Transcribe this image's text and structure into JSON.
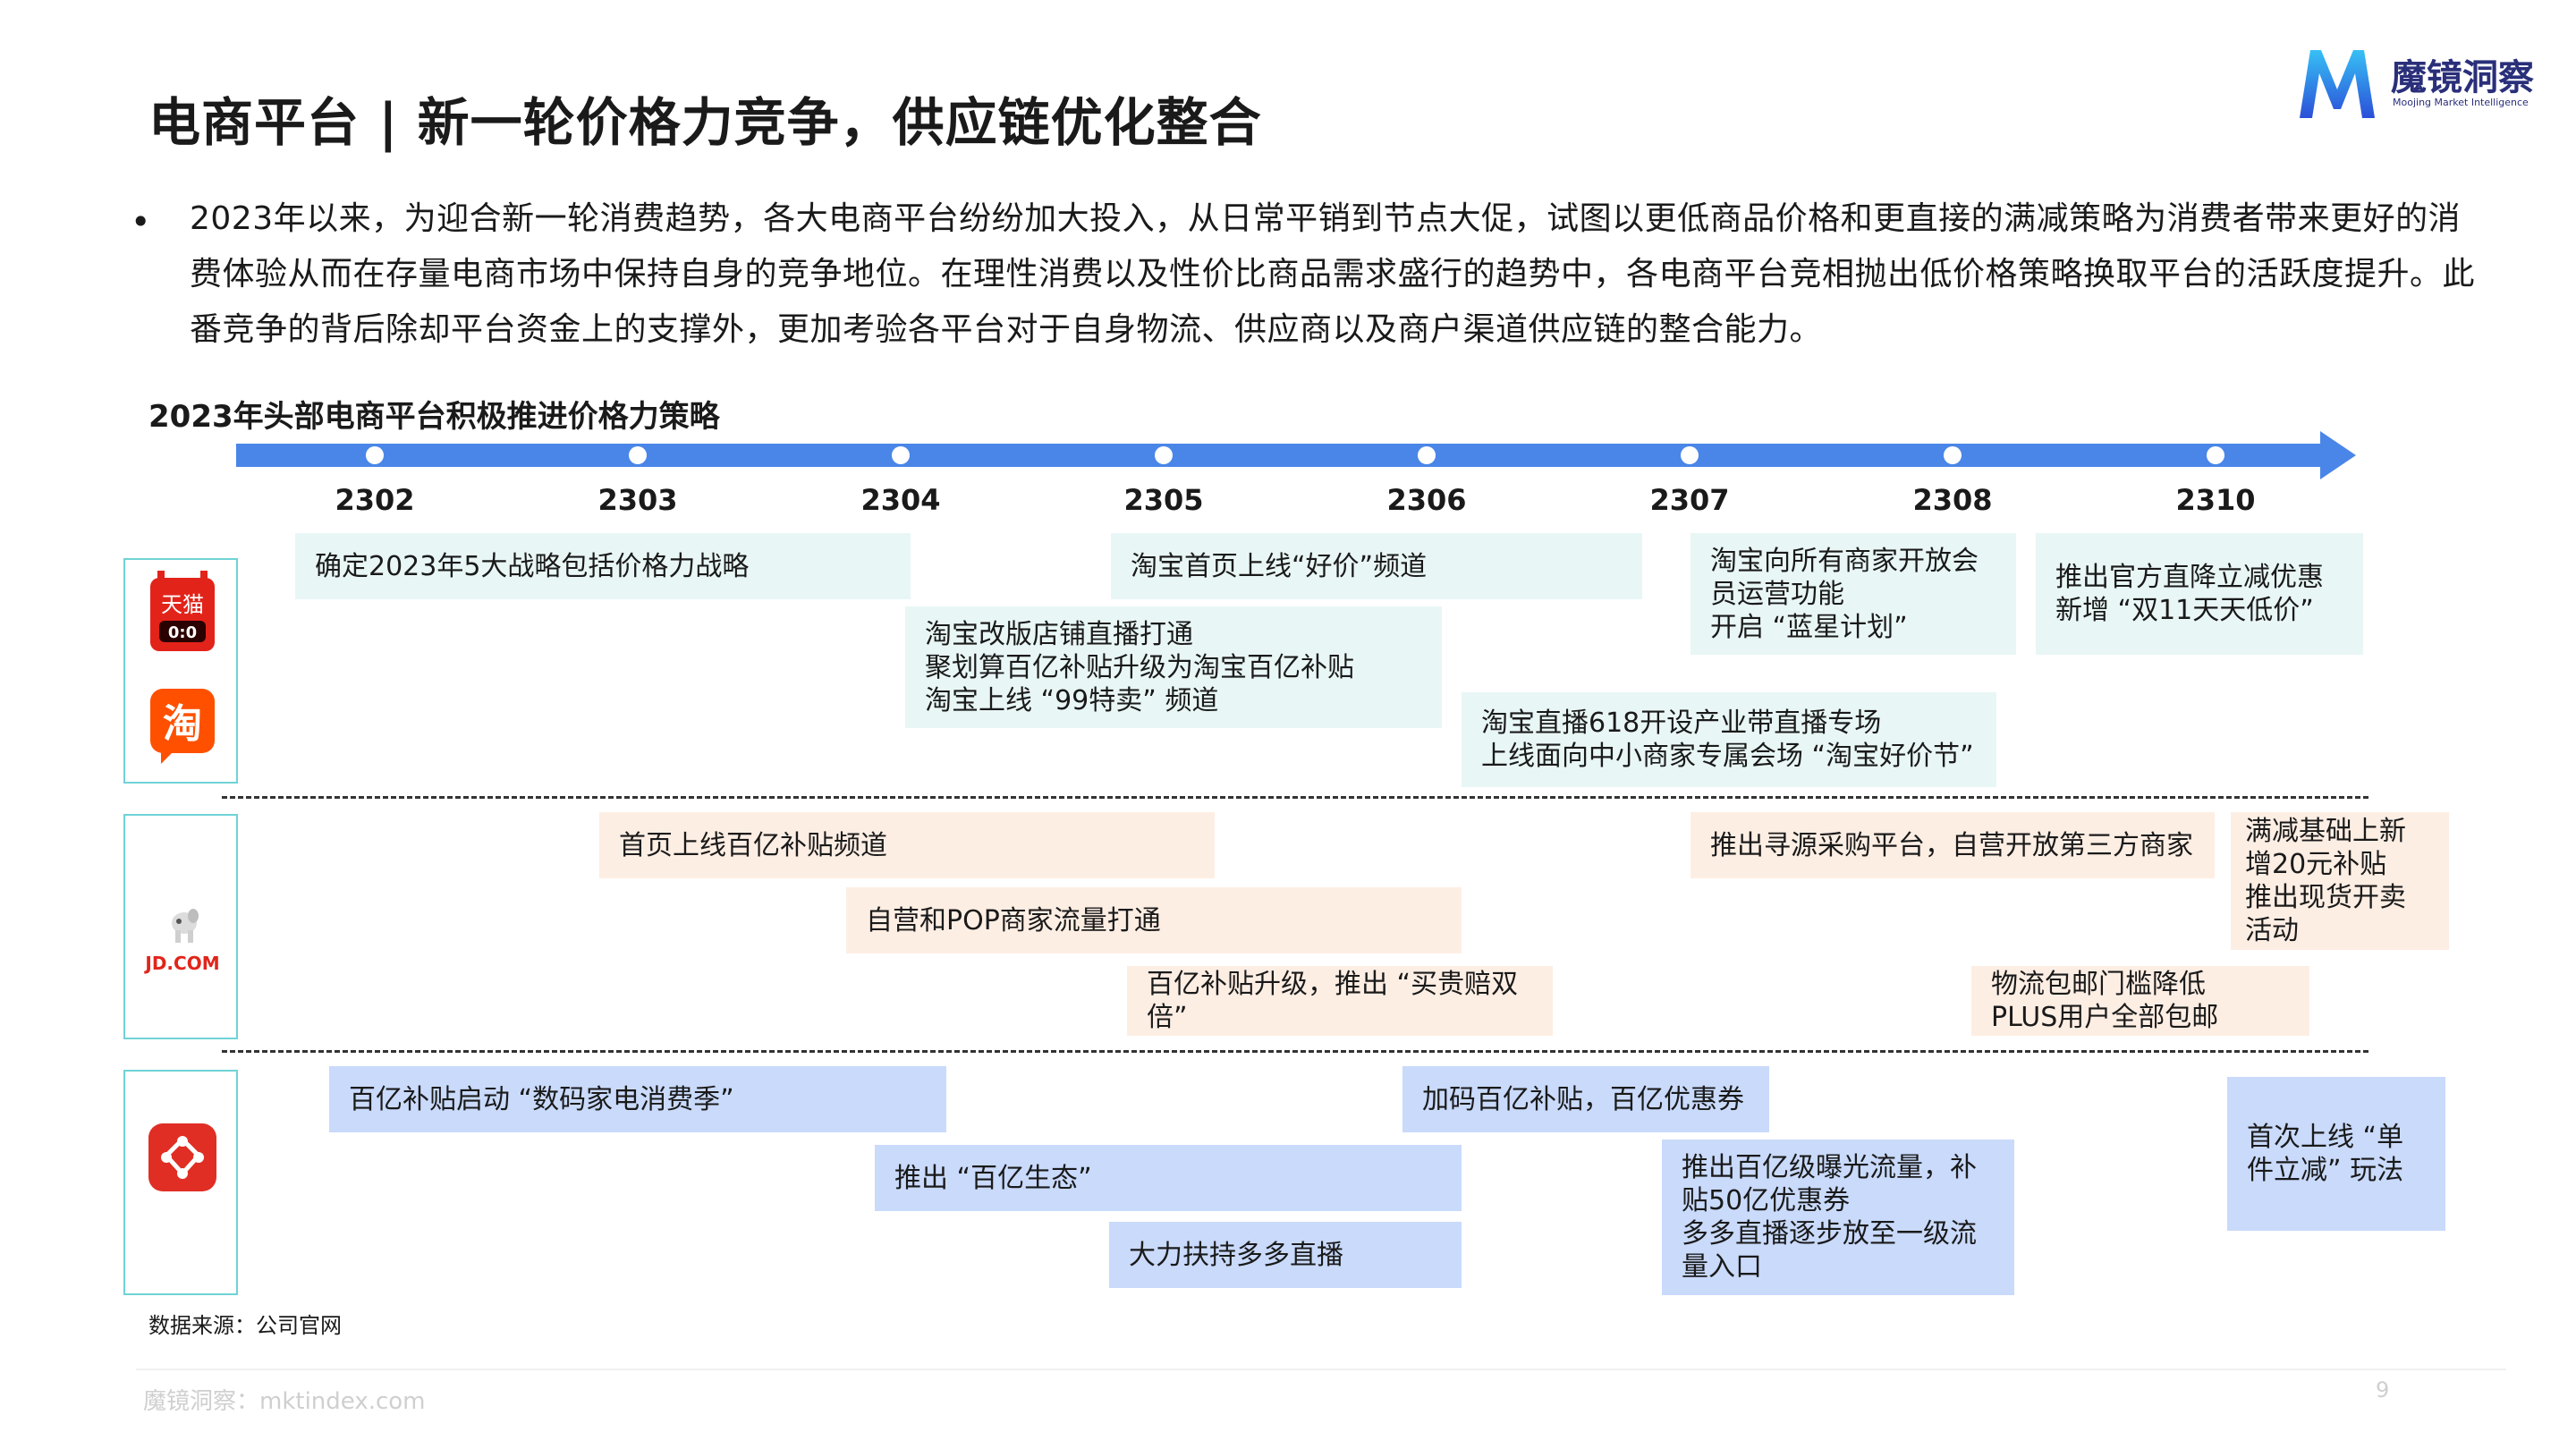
{
  "title": "电商平台 | 新一轮价格力竞争，供应链优化整合",
  "logo": {
    "name": "魔镜洞察",
    "sub": "Moojing Market Intelligence"
  },
  "intro": {
    "bullet": "•",
    "text": "2023年以来，为迎合新一轮消费趋势，各大电商平台纷纷加大投入，从日常平销到节点大促，试图以更低商品价格和更直接的满减策略为消费者带来更好的消费体验从而在存量电商市场中保持自身的竞争地位。在理性消费以及性价比商品需求盛行的趋势中，各电商平台竞相抛出低价格策略换取平台的活跃度提升。此番竞争的背后除却平台资金上的支撑外，更加考验各平台对于自身物流、供应商以及商户渠道供应链的整合能力。"
  },
  "chart_title": "2023年头部电商平台积极推进价格力策略",
  "months": [
    "2302",
    "2303",
    "2304",
    "2305",
    "2306",
    "2307",
    "2308",
    "2310"
  ],
  "platforms": {
    "tmall_icon": "tmall-logo",
    "tmall_text_top": "天猫",
    "tmall_text_bottom": "0:0",
    "taobao_icon": "taobao-logo",
    "taobao_text": "淘",
    "jd_icon": "jd-logo",
    "jd_text": "JD.COM",
    "pdd_icon": "pinduoduo-logo"
  },
  "ali_events": [
    "确定2023年5大战略包括价格力战略",
    "淘宝首页上线“好价”频道",
    "淘宝向所有商家开放会\n员运营功能\n开启 “蓝星计划”",
    "推出官方直降立减优惠\n新增 “双11天天低价”",
    "淘宝改版店铺直播打通\n聚划算百亿补贴升级为淘宝百亿补贴\n淘宝上线 “99特卖” 频道",
    "淘宝直播618开设产业带直播专场\n上线面向中小商家专属会场 “淘宝好价节”"
  ],
  "jd_events": [
    "首页上线百亿补贴频道",
    "推出寻源采购平台，自营开放第三方商家",
    "满减基础上新\n增20元补贴\n推出现货开卖\n活动",
    "自营和POP商家流量打通",
    "百亿补贴升级，推出 “买贵赔双\n倍”",
    "物流包邮门槛降低\nPLUS用户全部包邮"
  ],
  "pdd_events": [
    "百亿补贴启动 “数码家电消费季”",
    "加码百亿补贴，百亿优惠券",
    "首次上线 “单\n件立减” 玩法",
    "推出 “百亿生态”",
    "推出百亿级曝光流量，补\n贴50亿优惠券\n多多直播逐步放至一级流\n量入口",
    "大力扶持多多直播"
  ],
  "source": "数据来源：公司官网",
  "footer": "魔镜洞察：mktindex.com",
  "page_number": "9",
  "colors": {
    "timeline": "#4a86e8",
    "ali_box": "#e9f6f6",
    "jd_box": "#fdeee4",
    "pdd_box": "#c9dafb",
    "frame": "#6fd3d6",
    "tmall_red": "#e2231a",
    "taobao_orange": "#ff5000",
    "pdd_red": "#e02e24"
  }
}
